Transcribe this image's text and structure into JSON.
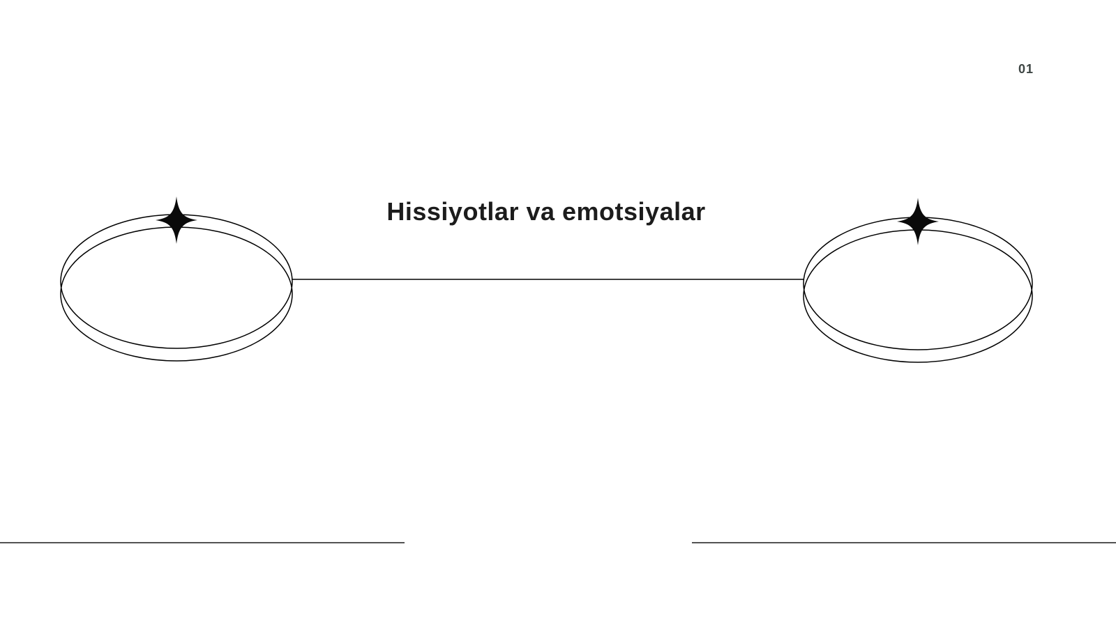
{
  "slide": {
    "page_number": "01",
    "title": "Hissiyotlar va emotsiyalar"
  },
  "icons": {
    "left_shape": "double-ellipse-orbit",
    "right_shape": "double-ellipse-orbit",
    "left_decoration": "sparkle-icon",
    "right_decoration": "sparkle-icon"
  },
  "colors": {
    "background": "#ffffff",
    "shape_stroke": "#000000",
    "sparkle_fill": "#0a0a0a",
    "title_text": "#1c1c1c",
    "page_number_text": "#3d4543",
    "rule_line": "#1a1a1a"
  }
}
